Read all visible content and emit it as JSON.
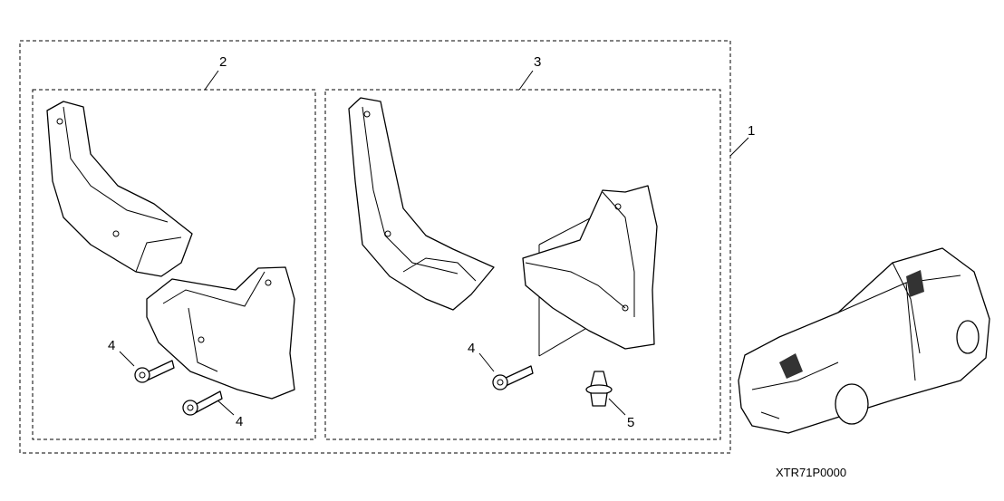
{
  "diagram": {
    "callouts": {
      "kit": "1",
      "rear_set": "2",
      "front_set": "3",
      "screw_left_a": "4",
      "screw_left_b": "4",
      "screw_right": "4",
      "clip": "5"
    },
    "code": "XTR71P0000"
  }
}
